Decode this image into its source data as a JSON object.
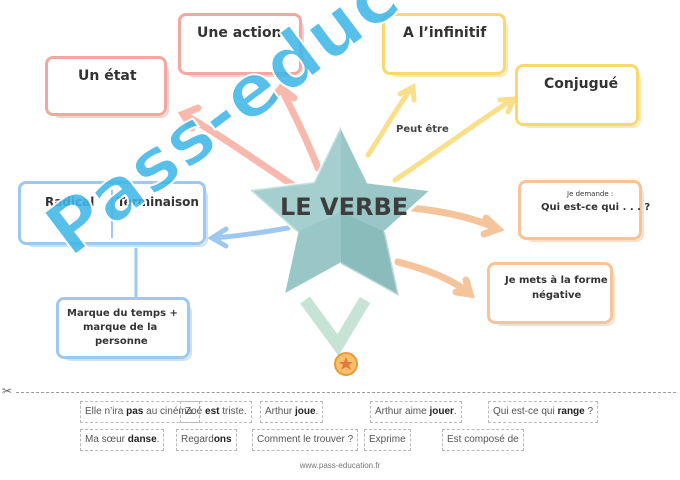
{
  "title": "LE VERBE",
  "boxes": {
    "etat": "Un état",
    "action": "Une action",
    "infinitif": "A l’infinitif",
    "conjugue": "Conjugué",
    "peut_etre": "Peut être",
    "radical": "Radical",
    "terminaison": "Terminaison",
    "marque": [
      "Marque du temps +",
      "marque de la",
      "personne"
    ],
    "je_demande": "Je demande :",
    "qui_est": "Qui est-ce qui . . . ?",
    "forme_neg": [
      "Je mets à la forme",
      "négative"
    ]
  },
  "chips_row1": [
    {
      "pre": "Elle n’ira ",
      "bold": "pas",
      "post": " au cinéma."
    },
    {
      "pre": "Zoé ",
      "bold": "est",
      "post": " triste."
    },
    {
      "pre": "Arthur ",
      "bold": "joue",
      "post": "."
    },
    {
      "pre": "Arthur aime ",
      "bold": "jouer",
      "post": "."
    },
    {
      "pre": "Qui est-ce qui ",
      "bold": "range",
      "post": " ?"
    }
  ],
  "chips_row2": [
    {
      "pre": "Ma sœur ",
      "bold": "danse",
      "post": "."
    },
    {
      "pre": "Regard",
      "bold": "ons",
      "post": ""
    },
    {
      "pre": "Comment le trouver ?",
      "bold": "",
      "post": ""
    },
    {
      "pre": "Exprime",
      "bold": "",
      "post": ""
    },
    {
      "pre": "Est composé de",
      "bold": "",
      "post": ""
    }
  ],
  "footer": "www.pass-education.fr",
  "watermark": "Pass-education",
  "colors": {
    "red": "#f2a7a1",
    "yellow": "#f8d86f",
    "blue": "#9ec8ef",
    "orange": "#f6c49a",
    "star": "#8ec1c1",
    "watermark": "#3fb7e8"
  }
}
